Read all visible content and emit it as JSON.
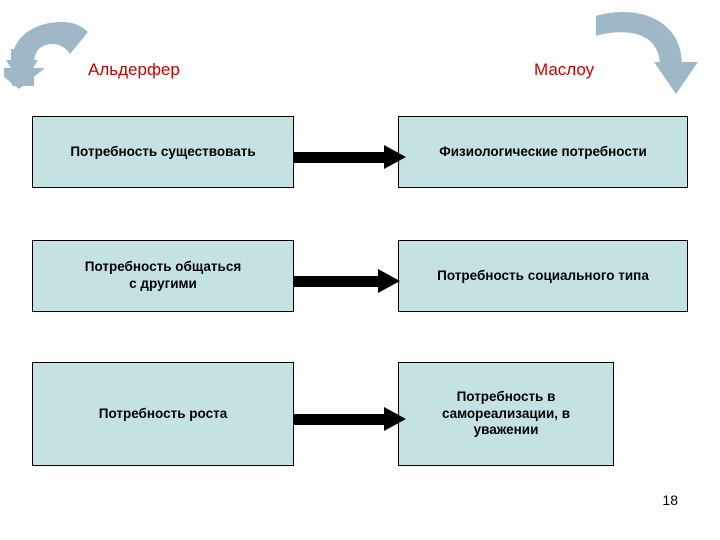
{
  "slide": {
    "page_number": "18",
    "titles": {
      "left": "Альдерфер",
      "right": "Маслоу"
    },
    "title_color": "#cc0000",
    "box_fill": "#c5e2e2",
    "box_border": "#000000",
    "arrow_color": "#000000",
    "curve_arrow_color": "#9fb8c8",
    "left_column": [
      {
        "label": "Потребность существовать"
      },
      {
        "label": "Потребность общаться\nс другими"
      },
      {
        "label": "Потребность роста"
      }
    ],
    "right_column": [
      {
        "label": "Физиологические потребности"
      },
      {
        "label": "Потребность социального типа"
      },
      {
        "label": "Потребность в\nсамореализации, в\nуважении"
      }
    ],
    "icons": {
      "curve_left": "curved-arrow-left-icon",
      "curve_right": "curved-arrow-right-icon",
      "connector": "right-arrow-icon"
    }
  }
}
